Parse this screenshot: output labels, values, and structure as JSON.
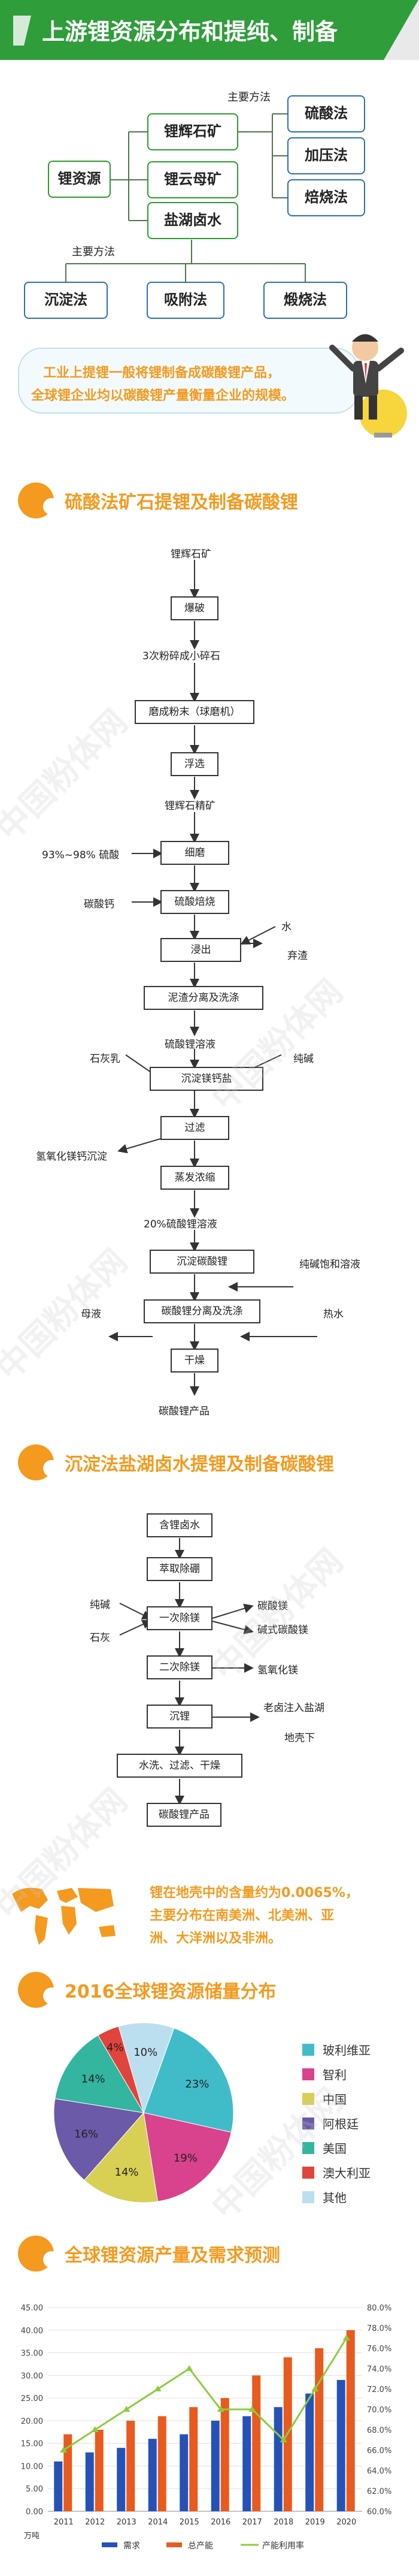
{
  "header": {
    "title": "上游锂资源分布和提纯、制备"
  },
  "overview": {
    "root": "锂资源",
    "ores": [
      "锂辉石矿",
      "锂云母矿",
      "盐湖卤水"
    ],
    "methods_label_1": "主要方法",
    "methods_1": [
      "硫酸法",
      "加压法",
      "焙烧法"
    ],
    "methods_label_2": "主要方法",
    "methods_2": [
      "沉淀法",
      "吸附法",
      "煅烧法"
    ]
  },
  "note": {
    "line1": "工业上提锂一般将锂制备成碳酸锂产品，",
    "line2": "全球锂企业均以碳酸锂产量衡量企业的规模。"
  },
  "section1": {
    "title": "硫酸法矿石提锂及制备碳酸锂",
    "steps": [
      "锂辉石矿",
      "爆破",
      "3次粉碎成小碎石",
      "磨成粉末（球磨机）",
      "浮选",
      "锂辉石精矿",
      "细磨",
      "硫酸焙烧",
      "浸出",
      "泥渣分离及洗涤",
      "硫酸锂溶液",
      "沉淀镁钙盐",
      "过滤",
      "蒸发浓缩",
      "20%硫酸锂溶液",
      "沉淀碳酸锂",
      "碳酸锂分离及洗涤",
      "干燥",
      "碳酸锂产品"
    ],
    "side": {
      "acid": "93%~98% 硫酸",
      "caco3": "碳酸钙",
      "water": "水",
      "discard": "弃渣",
      "lime": "石灰乳",
      "soda": "纯碱",
      "mghydroxide": "氢氧化镁钙沉淀",
      "sodasat": "纯碱饱和溶液",
      "mother": "母液",
      "hotwater": "热水"
    }
  },
  "section2": {
    "title": "沉淀法盐湖卤水提锂及制备碳酸锂",
    "steps": [
      "含锂卤水",
      "萃取除硼",
      "一次除镁",
      "二次除镁",
      "沉锂",
      "水洗、过滤、干燥",
      "碳酸锂产品"
    ],
    "side": {
      "soda": "纯碱",
      "lime": "石灰",
      "mgco3": "碳酸镁",
      "basic": "碱式碳酸镁",
      "mgoh": "氢氧化镁",
      "inject1": "老卤注入盐湖",
      "inject2": "地壳下"
    }
  },
  "world_note": {
    "line1": "锂在地壳中的含量约为0.0065%，",
    "line2": "主要分布在南美洲、北美洲、亚",
    "line3": "洲、大洋洲以及非洲。"
  },
  "section3": {
    "title": "2016全球锂资源储量分布"
  },
  "section4": {
    "title": "全球锂资源产量及需求预测"
  },
  "chart_data": [
    {
      "type": "pie",
      "title": "2016全球锂资源储量分布",
      "categories": [
        "玻利维亚",
        "智利",
        "中国",
        "阿根廷",
        "美国",
        "澳大利亚",
        "其他"
      ],
      "values": [
        23,
        19,
        14,
        16,
        14,
        4,
        10
      ],
      "value_labels": [
        "23%",
        "19%",
        "14%",
        "16%",
        "14%",
        "4%",
        "10%"
      ],
      "colors": [
        "#40bcc8",
        "#d9428c",
        "#d8cf55",
        "#6a5aa8",
        "#33b5a0",
        "#e0443c",
        "#bcdff0"
      ],
      "legend": "right"
    },
    {
      "type": "bar",
      "title": "全球锂资源产量及需求预测",
      "categories": [
        "2011",
        "2012",
        "2013",
        "2014",
        "2015",
        "2016",
        "2017",
        "2018",
        "2019",
        "2020"
      ],
      "series": [
        {
          "name": "需求",
          "type": "bar",
          "color": "#2452b8",
          "values": [
            11,
            13,
            14,
            16,
            17,
            20,
            21,
            23,
            26,
            29
          ]
        },
        {
          "name": "总产能",
          "type": "bar",
          "color": "#e85a1e",
          "values": [
            17,
            18,
            20,
            21,
            23,
            25,
            30,
            34,
            36,
            40
          ]
        },
        {
          "name": "产能利用率",
          "type": "line",
          "axis": "right",
          "color": "#8ccc3c",
          "values": [
            66,
            68,
            70,
            72,
            74,
            70,
            70,
            67,
            72,
            77
          ]
        }
      ],
      "y_ticks": [
        "0.00",
        "5.00",
        "10.00",
        "15.00",
        "20.00",
        "25.00",
        "30.00",
        "35.00",
        "40.00",
        "45.00"
      ],
      "y2_ticks": [
        "60.0%",
        "62.0%",
        "64.0%",
        "66.0%",
        "68.0%",
        "70.0%",
        "72.0%",
        "74.0%",
        "76.0%",
        "78.0%",
        "80.0%"
      ],
      "ylim": [
        0,
        45
      ],
      "y2lim": [
        60,
        80
      ],
      "unit": "万吨",
      "legend": "bottom"
    }
  ],
  "watermark": "中国粉体网",
  "colors": {
    "accent": "#f39a1f",
    "header_green": "#2e9d3a",
    "green_box": "#2b9a2b",
    "blue_box": "#2a6fb0"
  }
}
